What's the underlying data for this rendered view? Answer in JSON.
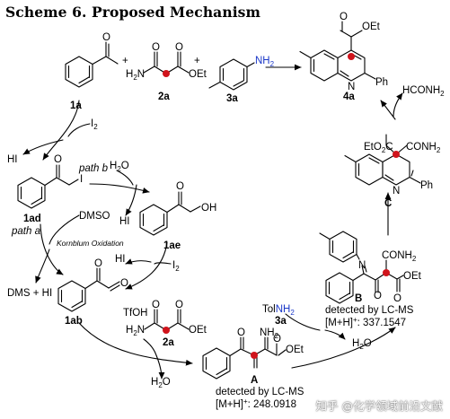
{
  "title": "Scheme 6. Proposed Mechanism",
  "compounds": {
    "c1a": "1a",
    "c2a_top": "2a",
    "c3a_top": "3a",
    "c4a": "4a",
    "c1ad": "1ad",
    "c1ae": "1ae",
    "c1ab": "1ab",
    "c2a_mid": "2a",
    "c3a_mid": "3a",
    "cA": "A",
    "cB": "B",
    "cC": "C"
  },
  "reagents": {
    "plus": "+",
    "i2_top": "I",
    "i2_top_sub": "2",
    "hi_top": "HI",
    "h2o_pathb": "H",
    "h2o_pathb_sub": "2",
    "h2o_pathb_o": "O",
    "path_b": "path b",
    "hi_mid": "HI",
    "dmso": "DMSO",
    "path_a": "path a",
    "kornblum": "Kornblum Oxidation",
    "hi_low": "HI",
    "i2_low": "I",
    "i2_low_sub": "2",
    "dms_hi": "DMS + HI",
    "tfoh": "TfOH",
    "h2o_bottom": "H",
    "h2o_bottom_sub": "2",
    "h2o_bottom_o": "O",
    "tol": "Tol",
    "nh2_tol": "NH",
    "nh2_tol_sub": "2",
    "h2o_right": "H",
    "h2o_right_sub": "2",
    "h2o_right_o": "O",
    "hconh2": "HCONH",
    "hconh2_sub": "2"
  },
  "atoms": {
    "o": "O",
    "oet": "OEt",
    "h2n": "H",
    "h2n_sub": "2",
    "h2n_n": "N",
    "nh2": "NH",
    "nh2_sub": "2",
    "n": "N",
    "ph": "Ph",
    "i": "I",
    "oh": "OH",
    "conh2": "CONH",
    "conh2_sub": "2",
    "eto2c": "EtO",
    "eto2c_sub": "2",
    "eto2c_c": "C"
  },
  "detection": {
    "a_line1": "detected by LC-MS",
    "a_line2_pre": "[M+H]",
    "a_line2_sup": "+",
    "a_line2_post": ": 248.0918",
    "b_line1": "detected by LC-MS",
    "b_line2_pre": "[M+H]",
    "b_line2_sup": "+",
    "b_line2_post": ": 337.1547"
  },
  "watermark": "知乎 @化学领域前沿文献",
  "colors": {
    "highlight": "#d0141c",
    "nh2_blue": "#1a37c8",
    "text": "#000000"
  }
}
